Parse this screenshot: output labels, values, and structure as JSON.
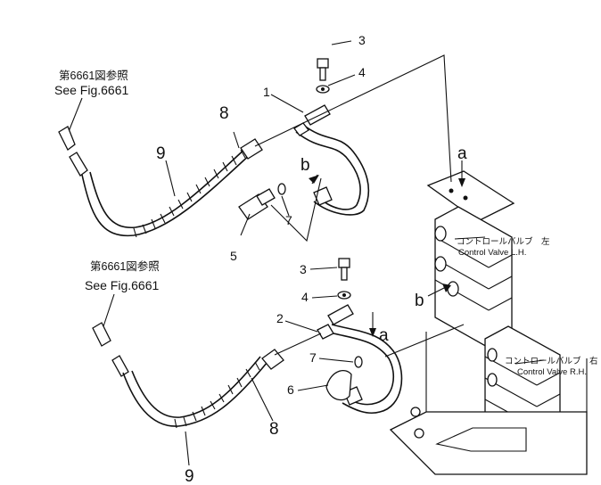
{
  "references": {
    "upper_jp": "第6661図参照",
    "upper_en": "See Fig.6661",
    "lower_jp": "第6661図参照",
    "lower_en": "See Fig.6661"
  },
  "callouts": {
    "c1": "1",
    "c2": "2",
    "c3a": "3",
    "c3b": "3",
    "c4a": "4",
    "c4b": "4",
    "c5": "5",
    "c6": "6",
    "c7a": "7",
    "c7b": "7",
    "c8a": "8",
    "c8b": "8",
    "c9a": "9",
    "c9b": "9",
    "ca1": "a",
    "ca2": "a",
    "cb1": "b",
    "cb2": "b"
  },
  "valves": {
    "lh_jp": "コントロールバルブ　左",
    "lh_en": "Control Valve L.H.",
    "rh_jp": "コントロールバルブ　右",
    "rh_en": "Control Valve R.H."
  }
}
